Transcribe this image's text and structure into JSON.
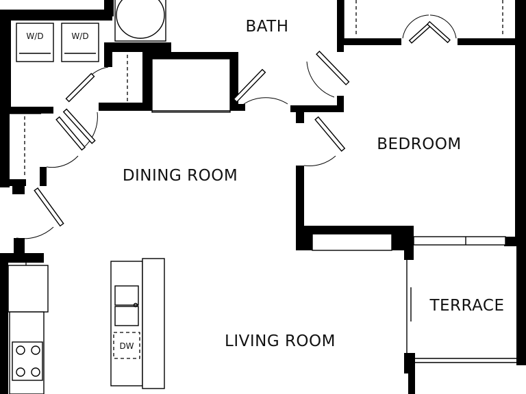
{
  "rooms": {
    "bath": "BATH",
    "bedroom": "BEDROOM",
    "dining_room": "DINING ROOM",
    "living_room": "LIVING ROOM",
    "terrace": "TERRACE"
  },
  "appliances": {
    "washer_dryer_1": "W/D",
    "washer_dryer_2": "W/D",
    "dishwasher": "DW"
  }
}
